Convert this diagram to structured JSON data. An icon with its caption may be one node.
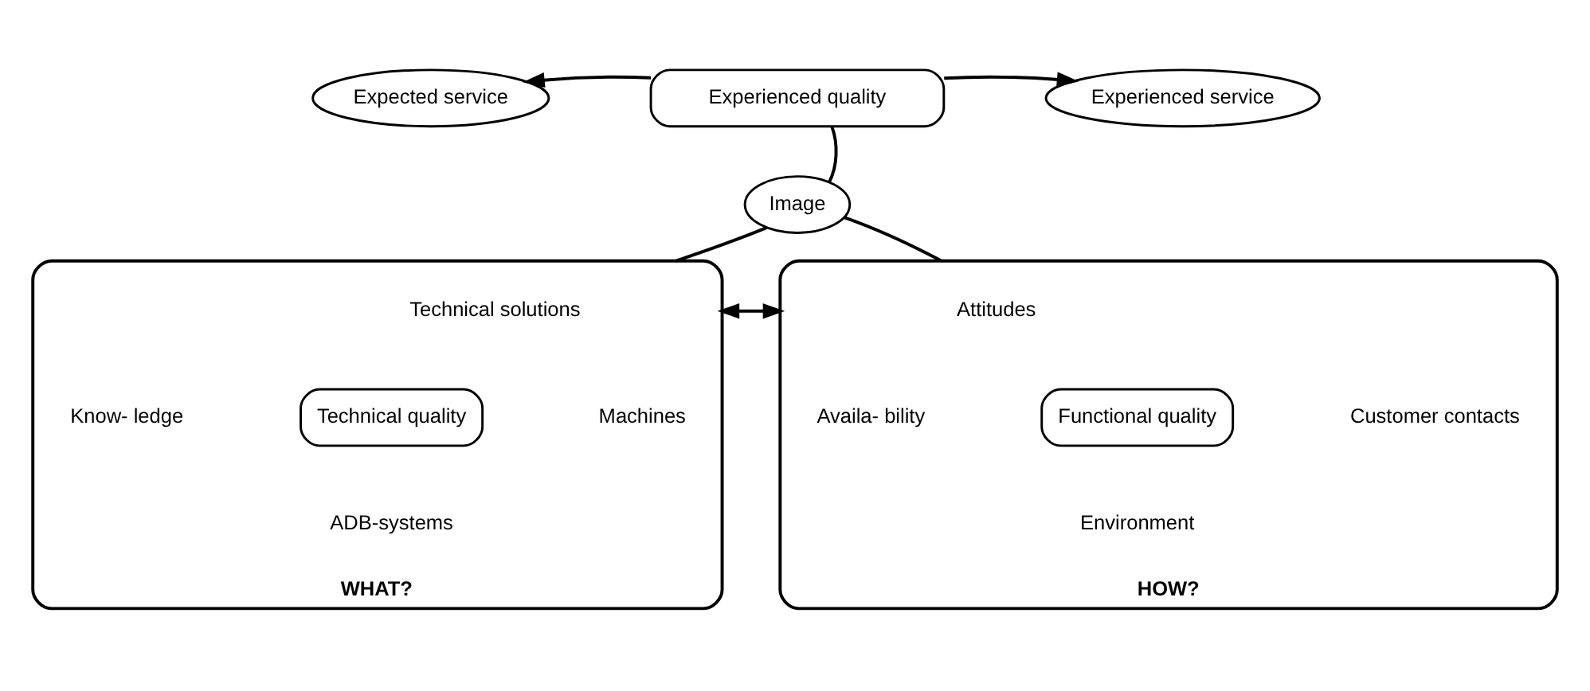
{
  "diagram": {
    "nodes": [
      {
        "text": [
          "Expected service"
        ]
      },
      {
        "text": [
          "Experienced quality"
        ]
      },
      {
        "text": [
          "Experienced service"
        ]
      },
      {
        "text": [
          "Image"
        ]
      },
      {
        "text": [],
        "shape": "ellipse",
        "beside": [
          "WHAT?"
        ]
      },
      {
        "text": [
          "Technical solutions"
        ],
        "in": 4
      },
      {
        "text": [
          "Know- ledge"
        ],
        "in": 4
      },
      {
        "text": [
          "Technical quality"
        ],
        "in": 4
      },
      {
        "text": [
          "Machines"
        ],
        "in": 4
      },
      {
        "text": [
          "ADB-systems"
        ],
        "in": 4
      },
      {
        "text": [],
        "shape": "ellipse",
        "beside": [
          "HOW?"
        ]
      },
      {
        "text": [
          "Attitudes"
        ],
        "in": 10
      },
      {
        "text": [
          "Availa- bility"
        ],
        "in": 10
      },
      {
        "text": [
          "Functional quality"
        ],
        "in": 10
      },
      {
        "text": [
          "Customer contacts"
        ],
        "in": 10
      },
      {
        "text": [
          "Environment"
        ],
        "in": 10
      }
    ],
    "edges": [
      {
        "from": 1,
        "to": 0,
        "arrow": "to"
      },
      {
        "from": 1,
        "to": 2,
        "arrow": "to"
      },
      {
        "from": 3,
        "to": 1,
        "arrow": "none"
      },
      {
        "from": 3,
        "to": 4,
        "arrow": "none"
      },
      {
        "from": 3,
        "to": 10,
        "arrow": "none"
      },
      {
        "from": 4,
        "to": 10,
        "arrow": "both"
      }
    ]
  }
}
